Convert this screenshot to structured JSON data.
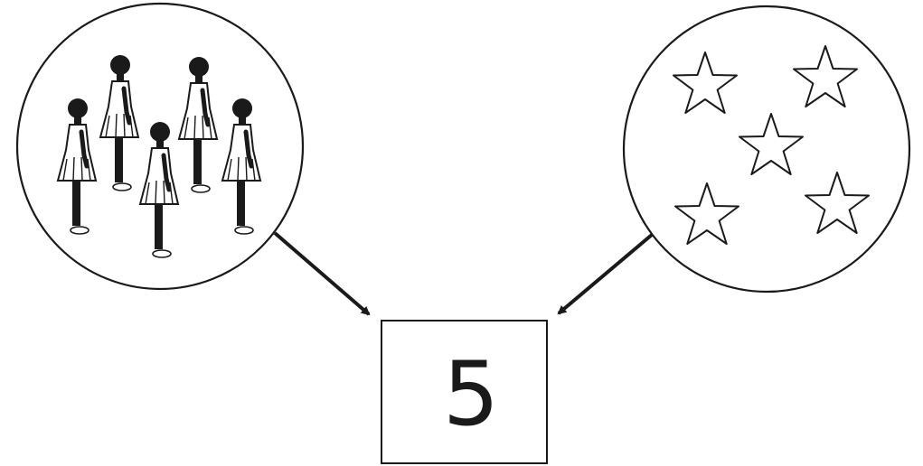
{
  "diagram": {
    "result_number": "5",
    "left_group": {
      "item_icon": "girl-figure-icon",
      "count": 5
    },
    "right_group": {
      "item_icon": "star-icon",
      "count": 5
    },
    "colors": {
      "ink": "#1a1a1a",
      "background": "#ffffff"
    }
  }
}
